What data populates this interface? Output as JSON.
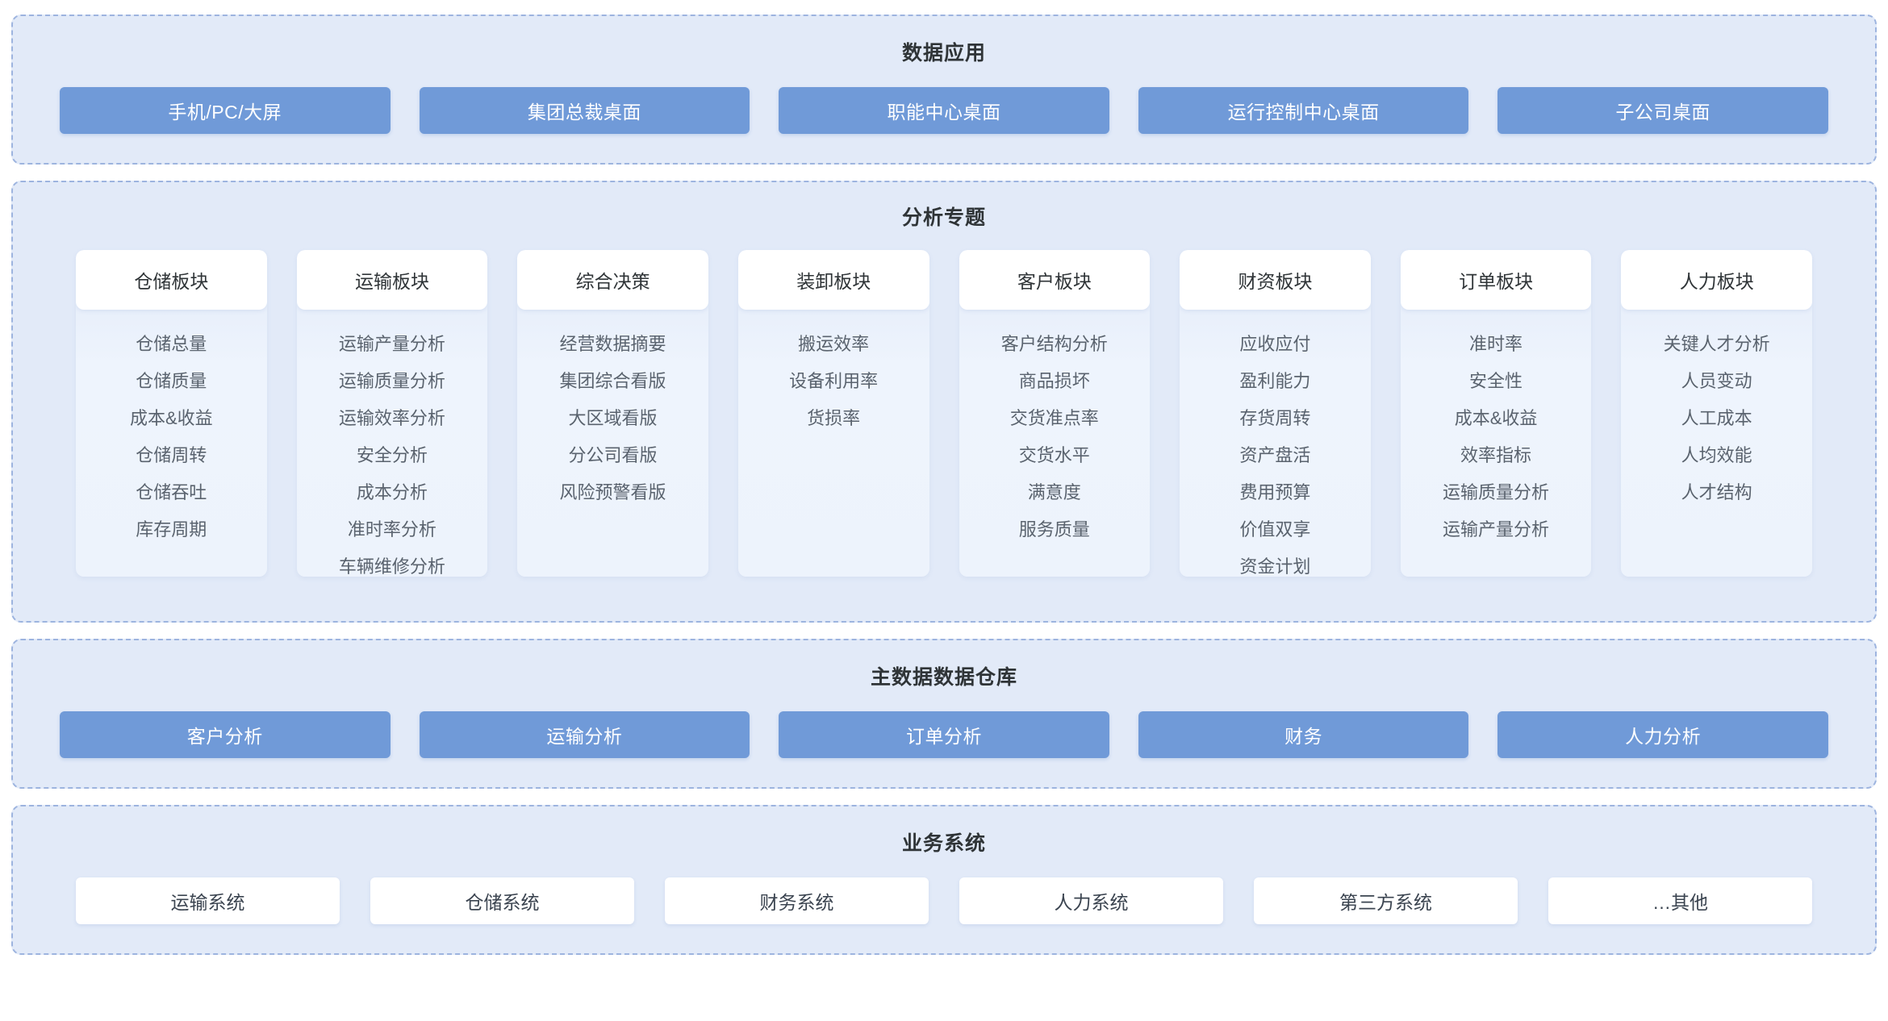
{
  "colors": {
    "accent_blue": "#709ad8",
    "section_bg": "#e2eaf8",
    "section_border": "#9db4df",
    "card_bg": "#edf3fc",
    "title_text": "#2f3437",
    "item_text": "#5a636e"
  },
  "sections": {
    "data_application": {
      "title": "数据应用",
      "items": [
        "手机/PC/大屏",
        "集团总裁桌面",
        "职能中心桌面",
        "运行控制中心桌面",
        "子公司桌面"
      ]
    },
    "analysis_topics": {
      "title": "分析专题",
      "cards": [
        {
          "title": "仓储板块",
          "items": [
            "仓储总量",
            "仓储质量",
            "成本&收益",
            "仓储周转",
            "仓储吞吐",
            "库存周期"
          ]
        },
        {
          "title": "运输板块",
          "items": [
            "运输产量分析",
            "运输质量分析",
            "运输效率分析",
            "安全分析",
            "成本分析",
            "准时率分析",
            "车辆维修分析"
          ]
        },
        {
          "title": "综合决策",
          "items": [
            "经营数据摘要",
            "集团综合看版",
            "大区域看版",
            "分公司看版",
            "风险预警看版"
          ]
        },
        {
          "title": "装卸板块",
          "items": [
            "搬运效率",
            "设备利用率",
            "货损率"
          ]
        },
        {
          "title": "客户板块",
          "items": [
            "客户结构分析",
            "商品损坏",
            "交货准点率",
            "交货水平",
            "满意度",
            "服务质量"
          ]
        },
        {
          "title": "财资板块",
          "items": [
            "应收应付",
            "盈利能力",
            "存货周转",
            "资产盘活",
            "费用预算",
            "价值双享",
            "资金计划"
          ]
        },
        {
          "title": "订单板块",
          "items": [
            "准时率",
            "安全性",
            "成本&收益",
            "效率指标",
            "运输质量分析",
            "运输产量分析"
          ]
        },
        {
          "title": "人力板块",
          "items": [
            "关键人才分析",
            "人员变动",
            "人工成本",
            "人均效能",
            "人才结构"
          ]
        }
      ]
    },
    "master_data_warehouse": {
      "title": "主数据数据仓库",
      "items": [
        "客户分析",
        "运输分析",
        "订单分析",
        "财务",
        "人力分析"
      ]
    },
    "business_systems": {
      "title": "业务系统",
      "items": [
        "运输系统",
        "仓储系统",
        "财务系统",
        "人力系统",
        "第三方系统",
        "…其他"
      ]
    }
  }
}
